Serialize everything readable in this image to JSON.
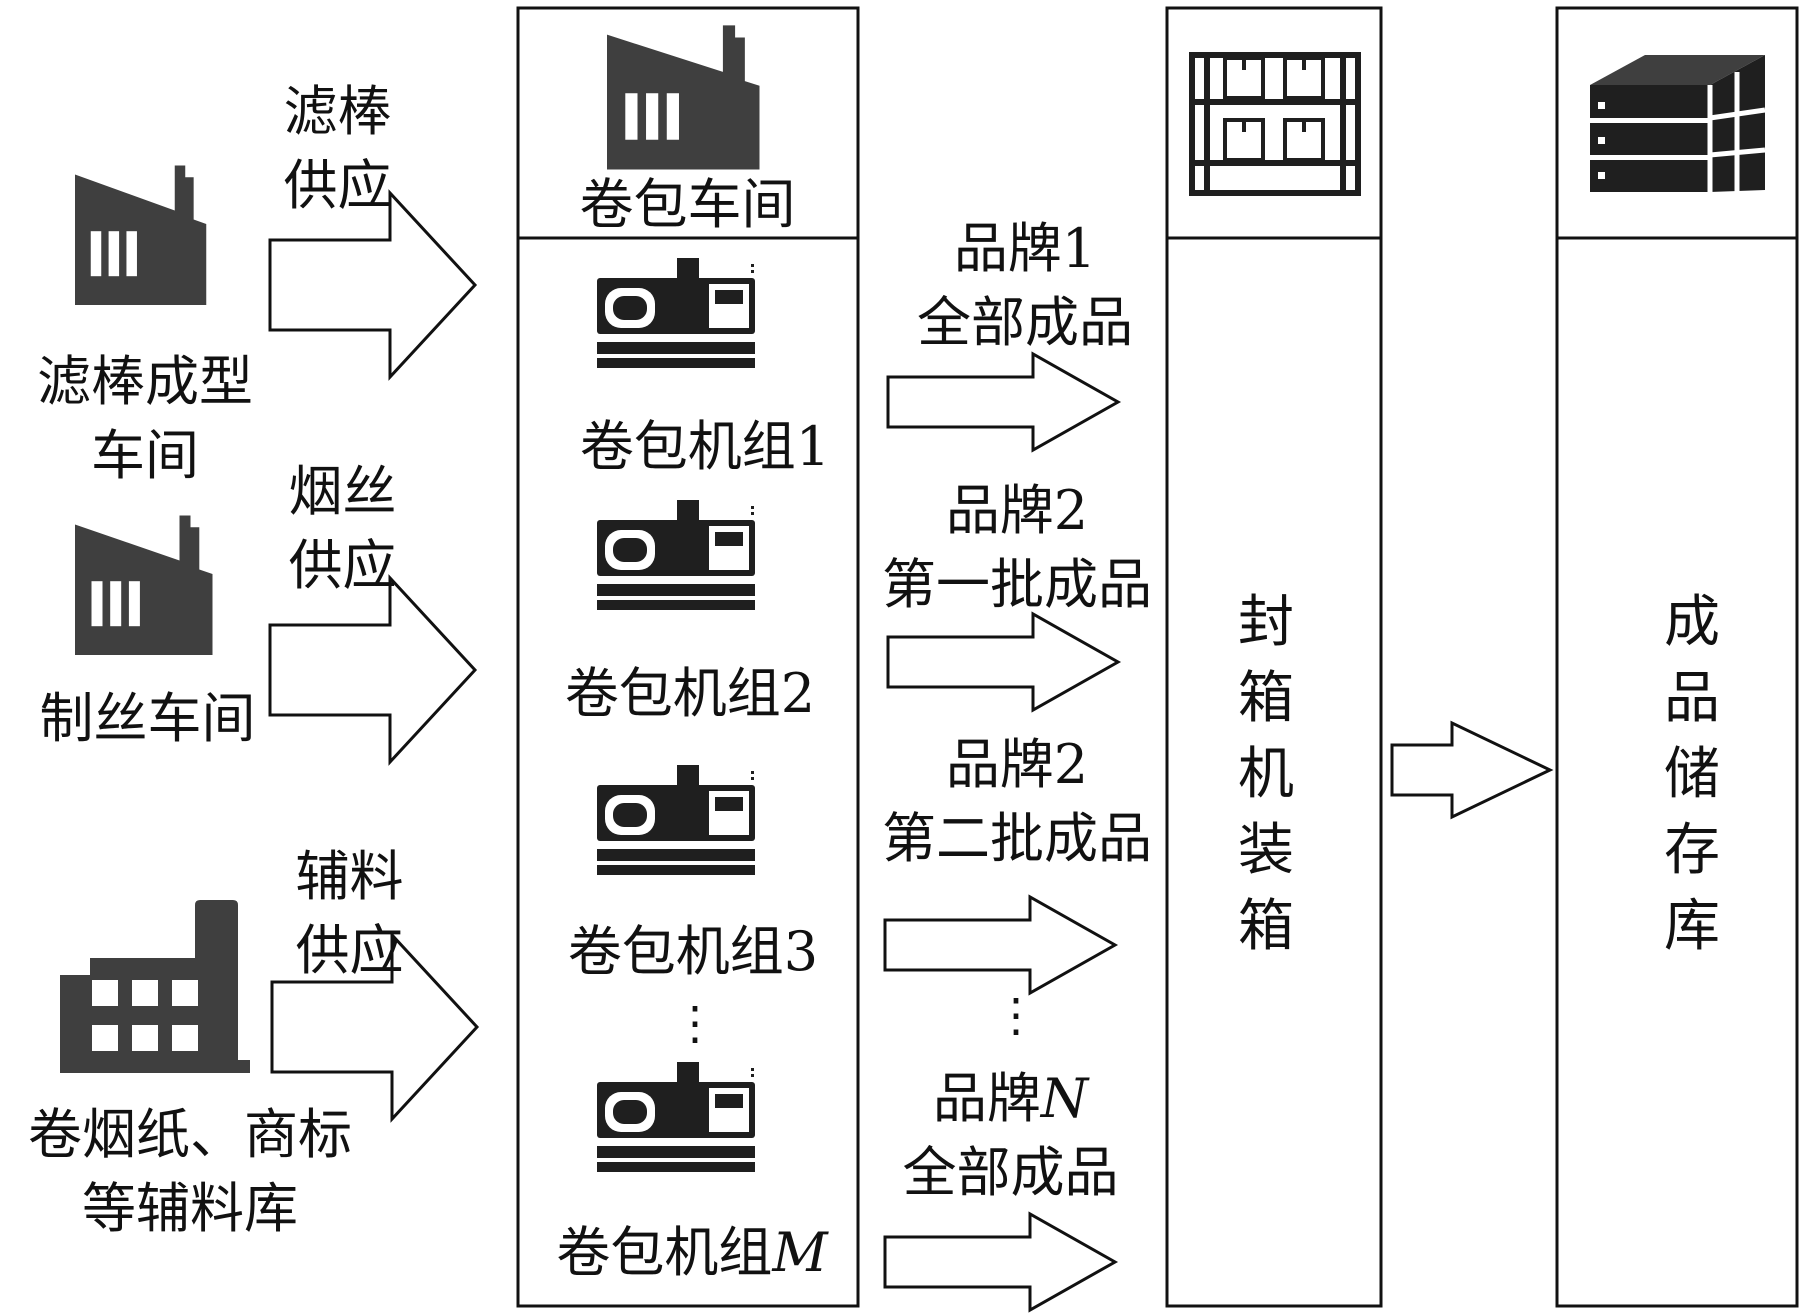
{
  "sources": [
    {
      "name": "滤棒成型\n车间",
      "supply": "滤棒\n供应",
      "icon": "factory-icon"
    },
    {
      "name": "制丝车间",
      "supply": "烟丝\n供应",
      "icon": "factory-icon"
    },
    {
      "name": "卷烟纸、商标\n等辅料库",
      "supply": "辅料\n供应",
      "icon": "warehouse-building-icon"
    }
  ],
  "workshop": {
    "title": "卷包车间",
    "icon": "factory-icon",
    "machines": [
      {
        "label": "卷包机组1",
        "icon": "machine-tool-icon"
      },
      {
        "label": "卷包机组2",
        "icon": "machine-tool-icon"
      },
      {
        "label": "卷包机组3",
        "icon": "machine-tool-icon"
      },
      {
        "label": "卷包机组",
        "label_suffix": "M",
        "icon": "machine-tool-icon"
      }
    ],
    "ellipsis": "⋮"
  },
  "flows": [
    {
      "label": "品牌1\n全部成品"
    },
    {
      "label": "品牌2\n第一批成品"
    },
    {
      "label": "品牌2\n第二批成品"
    },
    {
      "label": "品牌",
      "label_suffix": "N",
      "label_rest": "全部成品"
    }
  ],
  "flow_ellipsis": "⋮",
  "packing": {
    "label": "封\n箱\n机\n装\n箱",
    "icon": "shelf-icon"
  },
  "storage": {
    "label": "成\n品\n储\n存\n库",
    "icon": "storage-stack-icon"
  },
  "colors": {
    "icon_fill": "#3f3f3f",
    "dark_fill": "#1f1f1f",
    "stroke": "#111111",
    "background": "#ffffff"
  }
}
